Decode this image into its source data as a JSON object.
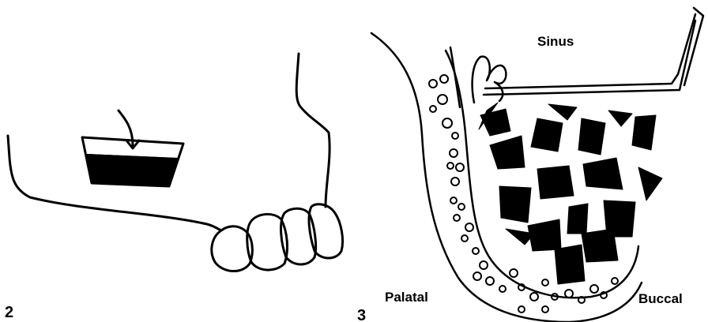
{
  "figure2": {
    "number": "2"
  },
  "figure3": {
    "number": "3",
    "labels": {
      "sinus": "Sinus",
      "palatal": "Palatal",
      "buccal": "Buccal"
    }
  },
  "colors": {
    "ink": "#000000",
    "background": "#ffffff"
  }
}
